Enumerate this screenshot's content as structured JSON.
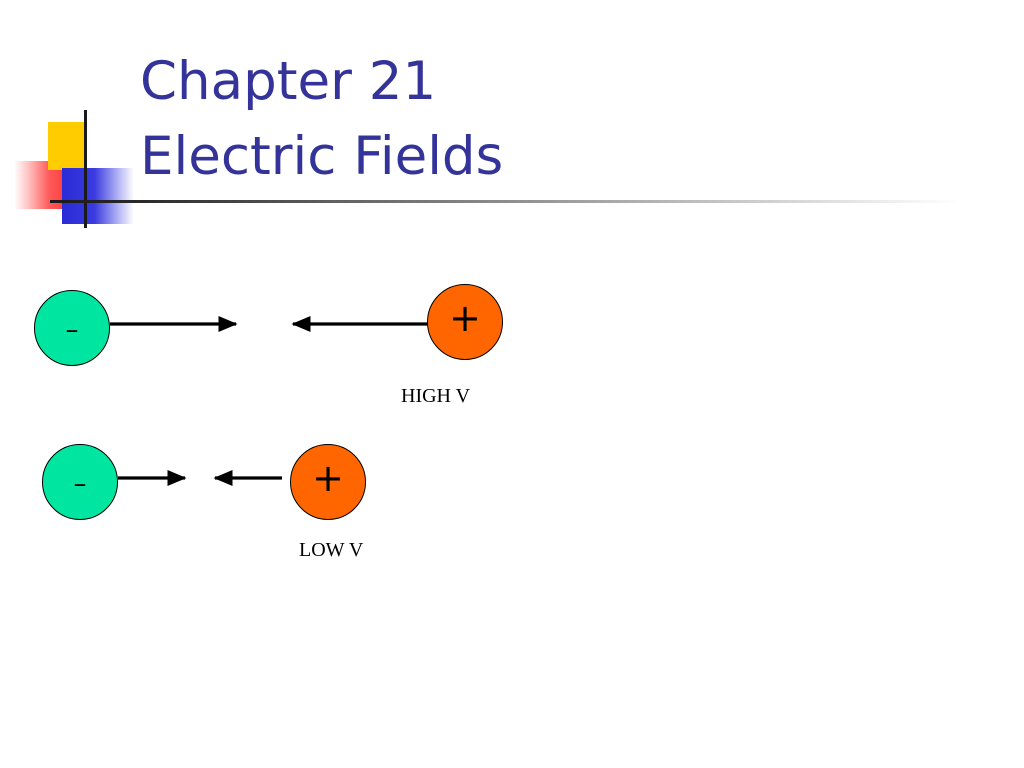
{
  "title": {
    "line1": "Chapter 21",
    "line2": "Electric Fields"
  },
  "colors": {
    "title": "#333399",
    "negative_charge": "#00e6a0",
    "positive_charge": "#ff6600",
    "arrow": "#000000"
  },
  "diagram": {
    "high": {
      "negative_symbol": "–",
      "positive_symbol": "+",
      "label": "HIGH V"
    },
    "low": {
      "negative_symbol": "–",
      "positive_symbol": "+",
      "label": "LOW V"
    }
  }
}
